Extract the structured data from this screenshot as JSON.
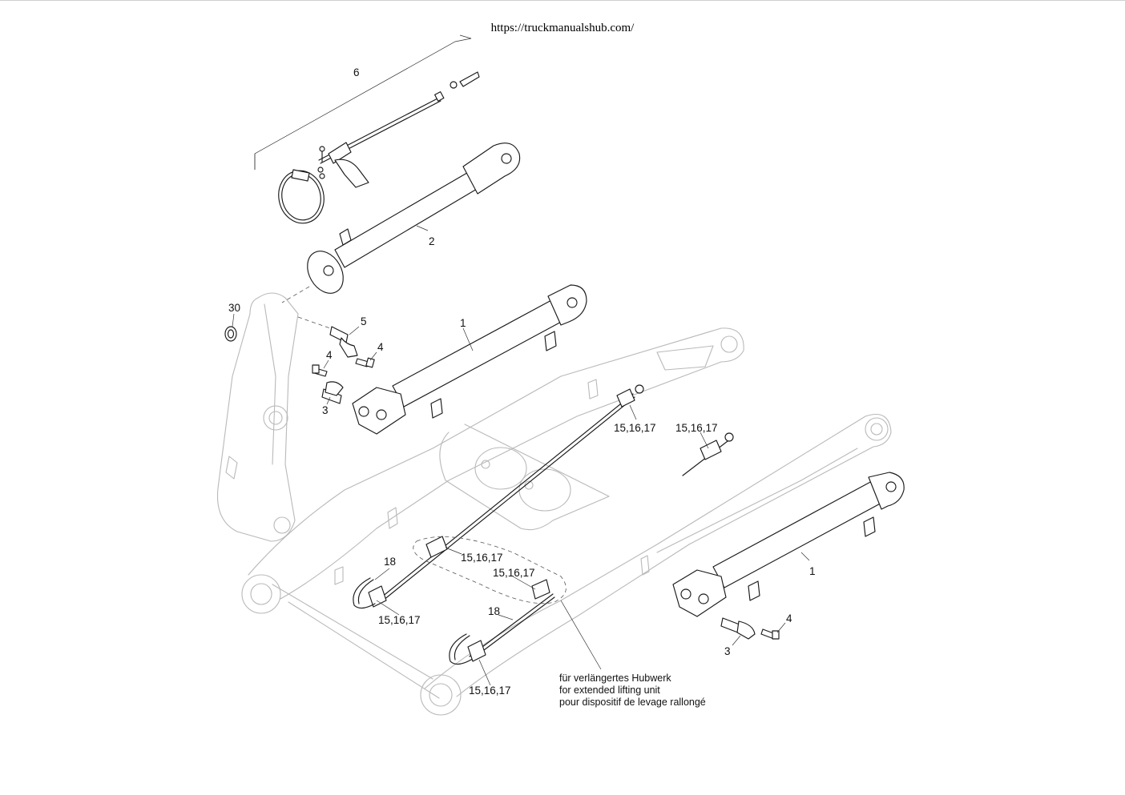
{
  "header": {
    "url": "https://truckmanualshub.com/"
  },
  "callouts": {
    "c6": "6",
    "c2": "2",
    "c30": "30",
    "c5": "5",
    "c1_upper": "1",
    "c4_a": "4",
    "c4_b": "4",
    "c3_upper": "3",
    "c15_a": "15,16,17",
    "c15_b": "15,16,17",
    "c15_c": "15,16,17",
    "c15_d": "15,16,17",
    "c15_e": "15,16,17",
    "c15_f": "15,16,17",
    "c18_a": "18",
    "c18_b": "18",
    "c1_lower": "1",
    "c4_lower": "4",
    "c3_lower": "3"
  },
  "note": {
    "de": "für verlängertes Hubwerk",
    "en": "for extended lifting unit",
    "fr": "pour dispositif de levage rallongé"
  }
}
